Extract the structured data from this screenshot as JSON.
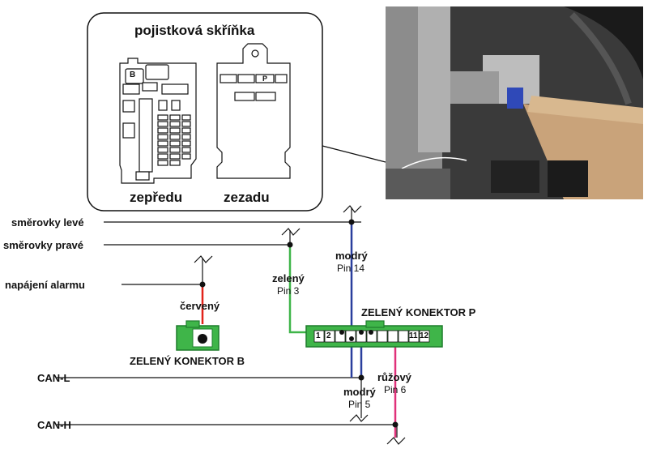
{
  "fusebox": {
    "title": "pojistková skříňka",
    "front_label": "zepředu",
    "rear_label": "zezadu",
    "front_fuse_mark": "B",
    "rear_fuse_mark": "P"
  },
  "wires": {
    "left_turn": "směrovky levé",
    "right_turn": "směrovky pravé",
    "alarm_power": "napájení alarmu",
    "can_l": "CAN-L",
    "can_h": "CAN-H"
  },
  "wire_colors": {
    "blue_top": "modrý",
    "blue_top_pin": "Pin 14",
    "green": "zelený",
    "green_pin": "Pin 3",
    "red": "červený",
    "blue_bottom": "modrý",
    "blue_bottom_pin": "Pin 5",
    "pink": "růžový",
    "pink_pin": "Pin 6"
  },
  "connectors": {
    "b_name": "ZELENÝ KONEKTOR B",
    "p_name": "ZELENÝ KONEKTOR P",
    "p_pins": [
      "1",
      "2",
      "11",
      "12"
    ]
  },
  "colors": {
    "blue": "#2a3f9d",
    "green": "#3fb549",
    "red": "#e2231a",
    "pink": "#e0307a",
    "connector_fill": "#3fb549",
    "connector_stroke": "#1e7d2c"
  }
}
